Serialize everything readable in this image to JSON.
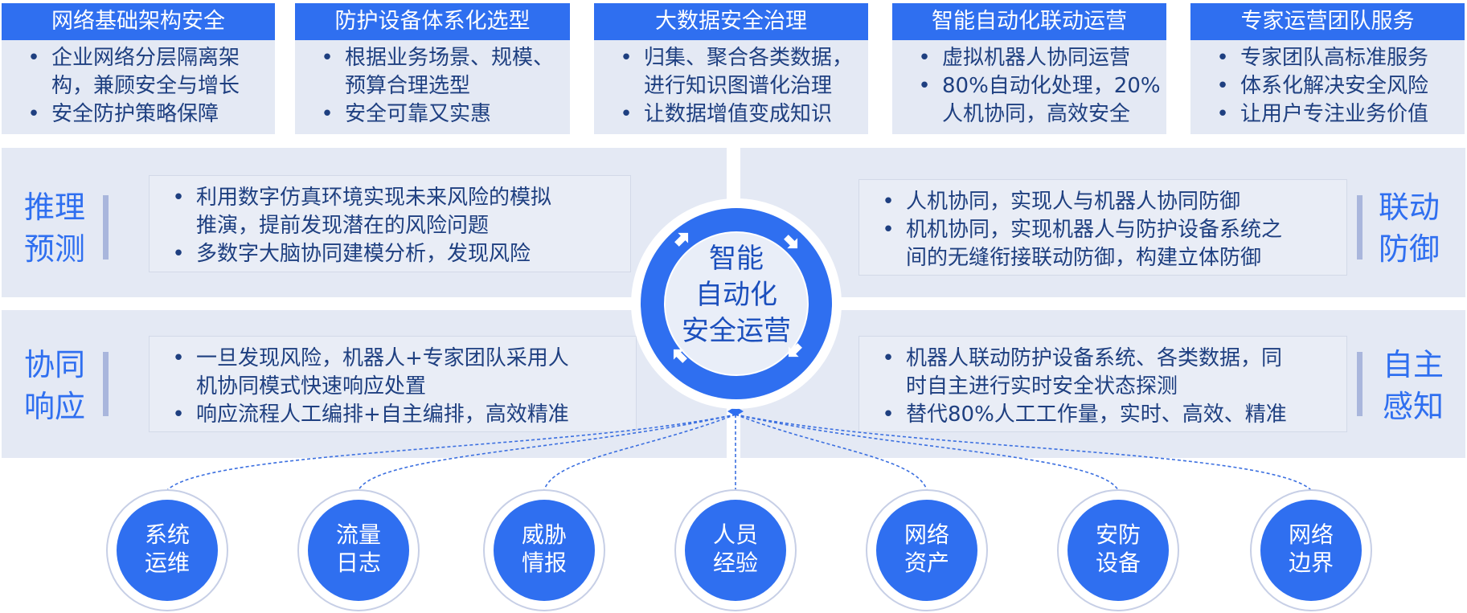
{
  "top_cards": [
    {
      "title": "网络基础架构安全",
      "items": [
        {
          "lines": [
            "企业网络分层隔离架",
            "构，兼顾安全与增长"
          ]
        },
        {
          "lines": [
            "安全防护策略保障"
          ]
        }
      ]
    },
    {
      "title": "防护设备体系化选型",
      "items": [
        {
          "lines": [
            "根据业务场景、规模、",
            "预算合理选型"
          ]
        },
        {
          "lines": [
            "安全可靠又实惠"
          ]
        }
      ]
    },
    {
      "title": "大数据安全治理",
      "items": [
        {
          "lines": [
            "归集、聚合各类数据，",
            "进行知识图谱化治理"
          ]
        },
        {
          "lines": [
            "让数据增值变成知识"
          ]
        }
      ]
    },
    {
      "title": "智能自动化联动运营",
      "items": [
        {
          "lines": [
            "虚拟机器人协同运营"
          ]
        },
        {
          "lines": [
            "80%自动化处理，20%",
            "人机协同，高效安全"
          ]
        }
      ]
    },
    {
      "title": "专家运营团队服务",
      "items": [
        {
          "lines": [
            "专家团队高标准服务"
          ]
        },
        {
          "lines": [
            "体系化解决安全风险"
          ]
        },
        {
          "lines": [
            "让用户专注业务价值"
          ]
        }
      ]
    }
  ],
  "rows": {
    "predict": {
      "label": [
        "推理",
        "预测"
      ],
      "items": [
        {
          "lines": [
            "利用数字仿真环境实现未来风险的模拟",
            "推演，提前发现潜在的风险问题"
          ]
        },
        {
          "lines": [
            "多数字大脑协同建模分析，发现风险"
          ]
        }
      ]
    },
    "respond": {
      "label": [
        "协同",
        "响应"
      ],
      "items": [
        {
          "lines": [
            "一旦发现风险，机器人+专家团队采用人",
            "机协同模式快速响应处置"
          ]
        },
        {
          "lines": [
            "响应流程人工编排+自主编排，高效精准"
          ]
        }
      ]
    },
    "defend": {
      "label": [
        "联动",
        "防御"
      ],
      "items": [
        {
          "lines": [
            "人机协同，实现人与机器人协同防御"
          ]
        },
        {
          "lines": [
            "机机协同，实现机器人与防护设备系统之",
            "间的无缝衔接联动防御，构建立体防御"
          ]
        }
      ]
    },
    "perceive": {
      "label": [
        "自主",
        "感知"
      ],
      "items": [
        {
          "lines": [
            "机器人联动防护设备系统、各类数据，同",
            "时自主进行实时安全状态探测"
          ]
        },
        {
          "lines": [
            "替代80%人工工作量，实时、高效、精准"
          ]
        }
      ]
    }
  },
  "hub": {
    "lines": [
      "智能",
      "自动化",
      "安全运营"
    ]
  },
  "sources": [
    {
      "lines": [
        "系统",
        "运维"
      ]
    },
    {
      "lines": [
        "流量",
        "日志"
      ]
    },
    {
      "lines": [
        "威胁",
        "情报"
      ]
    },
    {
      "lines": [
        "人员",
        "经验"
      ]
    },
    {
      "lines": [
        "网络",
        "资产"
      ]
    },
    {
      "lines": [
        "安防",
        "设备"
      ]
    },
    {
      "lines": [
        "网络",
        "边界"
      ]
    }
  ],
  "colors": {
    "accent": "#2f6ff0",
    "panel": "#e4e9f4",
    "text": "#1e3f80",
    "bar": "#a9b6dc"
  }
}
